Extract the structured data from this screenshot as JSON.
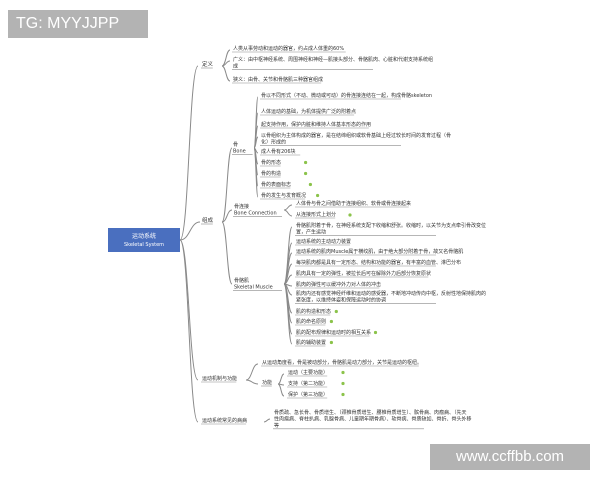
{
  "watermarks": {
    "top_left": "TG: MYYJJPP",
    "bottom_right": "www.ccffbb.com"
  },
  "root": {
    "title": "运动系统",
    "subtitle": "Skeletal System"
  },
  "colors": {
    "root_bg": "#4a6fbf",
    "line": "#8a8a8a",
    "bullet": "#8bc34a",
    "node_text": "#333333",
    "watermark_bg": "#b3b3b3"
  },
  "branches": {
    "definition": {
      "label": "定义",
      "items": [
        "人类从事劳动和运动的器官，约占成人体重的60%",
        "广义：由中枢神经系统、周围神经和神经—肌接头部分、骨骼肌肉、心脏和代谢支持系统组成",
        "狭义：由骨、关节和骨骼肌三种器官组成"
      ]
    },
    "composition": {
      "label": "组成",
      "bone": {
        "label": "骨",
        "en": "Bone",
        "items": [
          "骨以不同形式（不动、微动或可动）的骨连接连结在一起，构成骨骼skeleton",
          "人体运动的基础，为机体提供广泛的附着点",
          "起支持作用，保护内脏和维持人体基本形态的作用",
          "以骨组织为主体构成的器官，是在结缔组织或软骨基础上经过较长时间的发育过程（骨化）形成的",
          "成人骨有206块",
          "骨的形态",
          "骨的构造",
          "骨的表面标志",
          "骨的发生与发育概况"
        ]
      },
      "joint": {
        "label": "骨连接",
        "en": "Bone Connection",
        "items": [
          "人体骨与骨之间借助于连接组织、软骨或骨连接起来",
          "从连接形式上划分"
        ]
      },
      "muscle": {
        "label": "骨骼肌",
        "en": "Skeletal Muscle",
        "items": [
          "骨骼肌附着于骨，在神经系统支配下收缩和舒张。收缩时，以关节为支点牵引骨改变位置，产生运动",
          "运动系统的主动动力装置",
          "运动系统的肌肉Muscle属于横纹肌，由于绝大部分附着于骨，故又名骨骼肌",
          "每块肌肉都是具有一定形态、结构和功能的器官，有丰富的血管、淋巴分布",
          "肌肉具有一定的弹性，被拉长后可在解除外力后部分恢复原状",
          "肌肉的弹性可以缓冲外力对人体的冲击",
          "肌肉内还有感觉神经纤维和运动的感受器，不断地冲动传向中枢，反射性地保持肌肉的紧张度，以维持体姿和保障运动时的协调",
          "肌的构造和形态",
          "肌的命名原则",
          "肌的配布规律和运动时的相互关系",
          "肌的辅助装置"
        ]
      }
    },
    "function": {
      "label": "运动机制与功能",
      "intro": "从运动角度看，骨是被动部分，骨骼肌是动力部分，关节是运动的枢纽。",
      "sub": {
        "label": "功能",
        "items": [
          "运动（主要功能）",
          "支持（第二功能）",
          "保护（第三功能）"
        ]
      }
    },
    "diseases": {
      "label": "运动系统常见的病病",
      "text": "骨质疏、急长骨、骨质增生、（颈椎骨质增生、腰椎骨质增生）、髌骨病、肉瘤病、（先天性肉瘤病、脊柱扒病、乳腺骨病、儿童期年期骨病）、软骨病、骨质缺如、骨折、骨头外移等"
    }
  }
}
